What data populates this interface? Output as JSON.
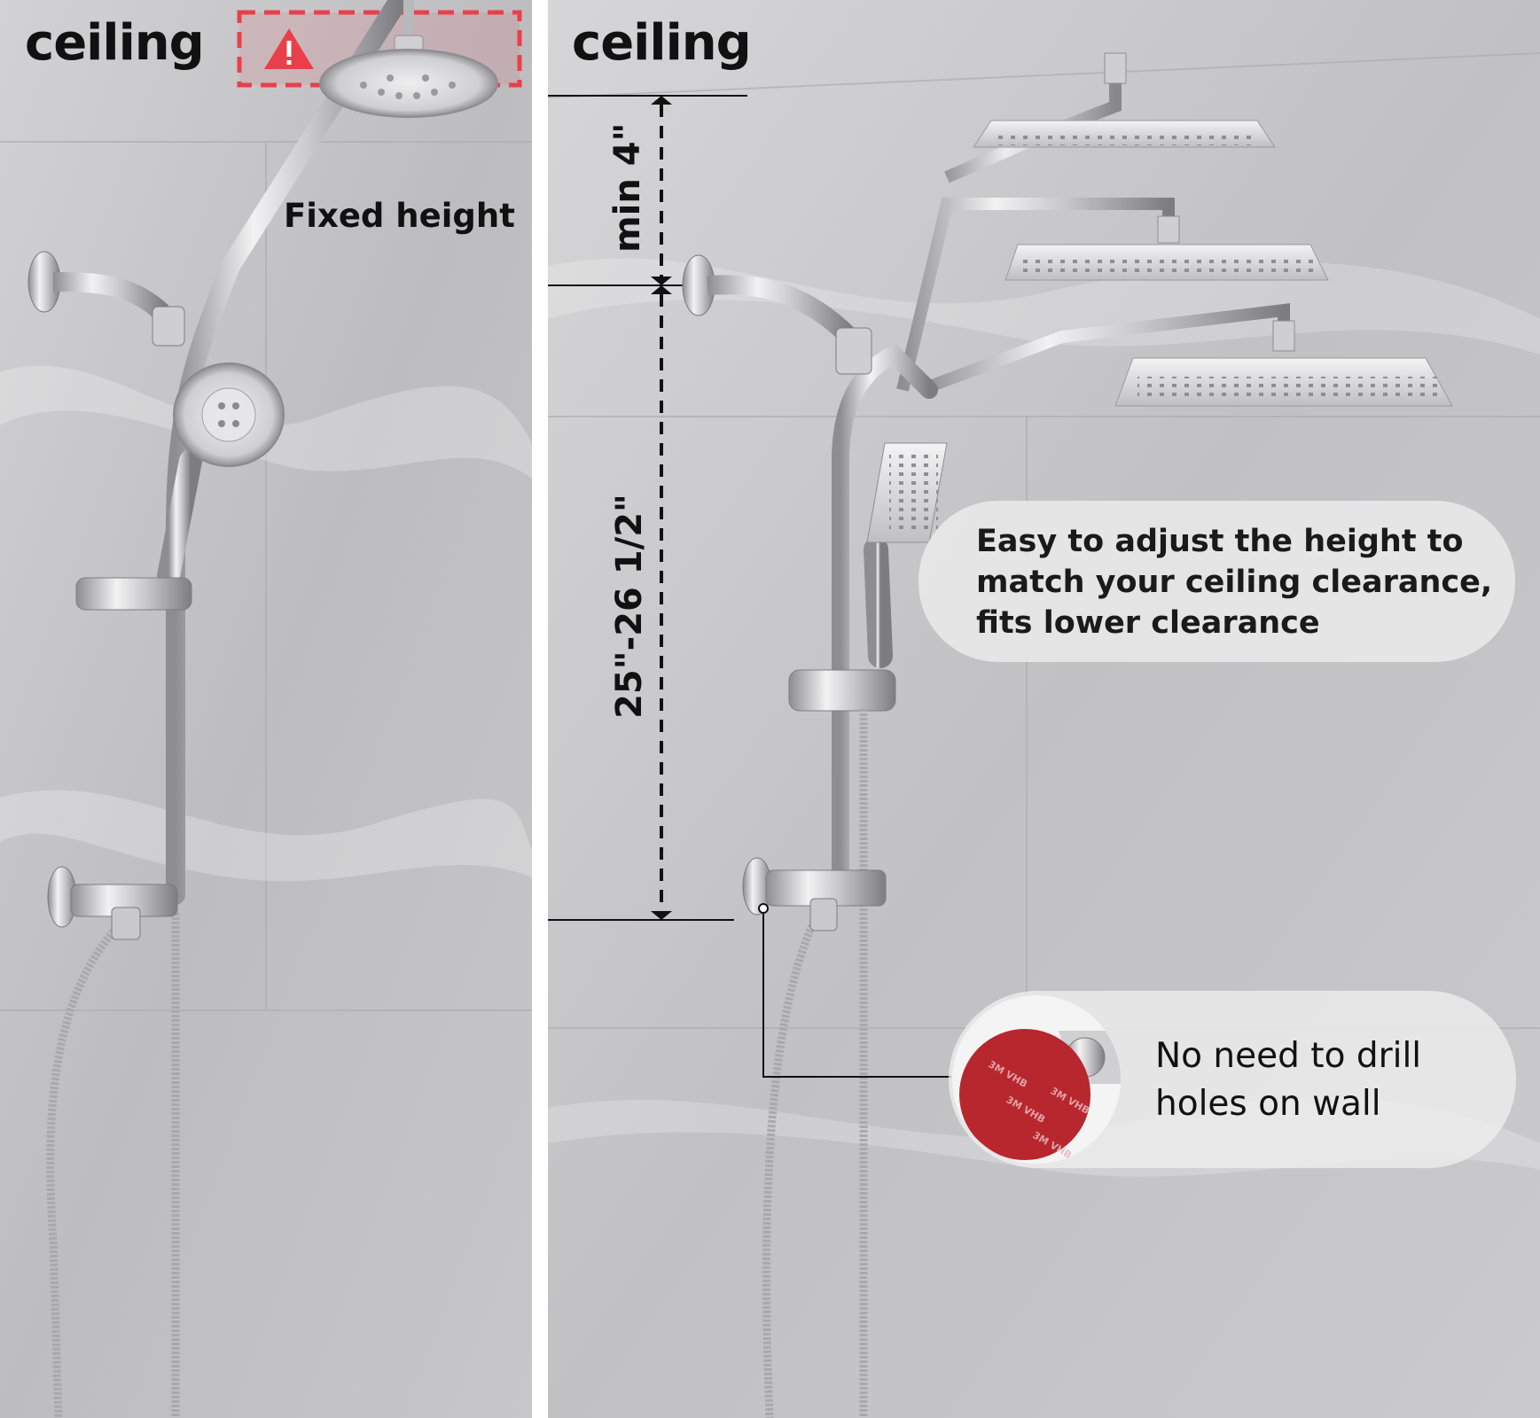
{
  "left_panel": {
    "ceiling_label": "ceiling",
    "warning_icon": "warning-triangle-icon",
    "fixed_height_label": "Fixed height"
  },
  "right_panel": {
    "ceiling_label": "ceiling",
    "min_dimension": "min 4\"",
    "range_dimension": "25\"-26 1/2\"",
    "adjust_callout": {
      "line1": "Easy to adjust the height to",
      "line2": "match your ceiling clearance,",
      "line3": "fits lower clearance"
    },
    "drill_callout": {
      "line1": "No need to drill",
      "line2": "holes on wall",
      "adhesive_pad_text": "3M VHB"
    }
  },
  "colors": {
    "wall": "#c9c9cb",
    "warning": "#e8404a",
    "adhesive_pad": "#b8262e",
    "chrome": "#d4d4d6"
  }
}
